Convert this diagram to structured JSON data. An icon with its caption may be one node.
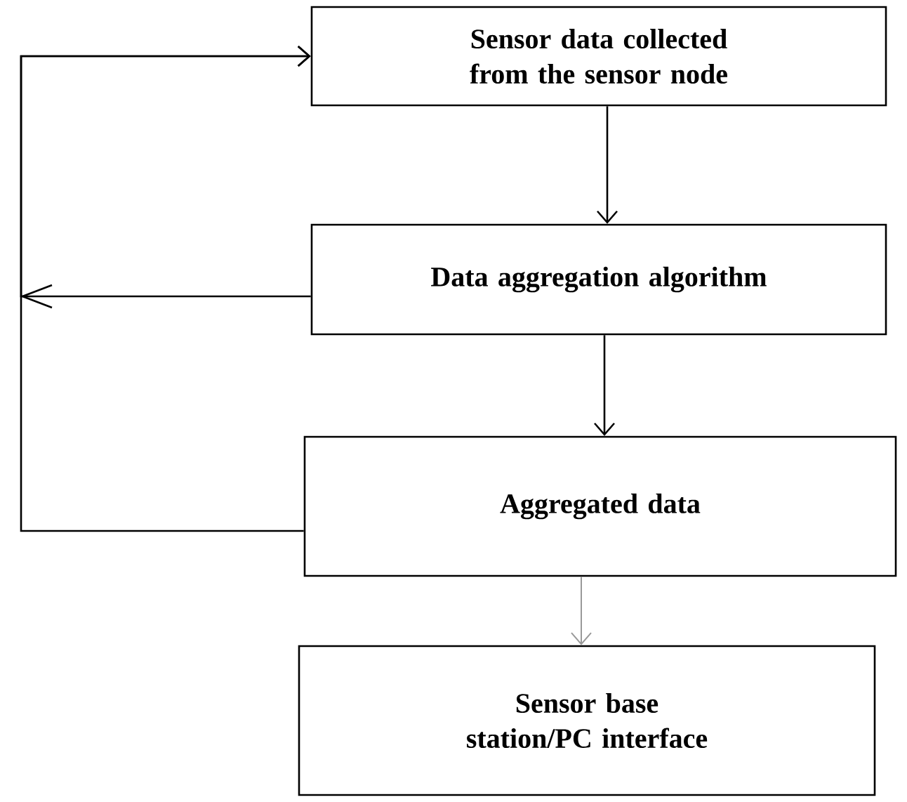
{
  "diagram": {
    "nodes": [
      {
        "text": [
          "Sensor data collected from the sensor node"
        ]
      },
      {
        "text": [
          "Data aggregation algorithm"
        ]
      },
      {
        "text": [
          "Aggregated data"
        ]
      },
      {
        "text": [
          "Sensor base station/PC interface"
        ]
      }
    ],
    "edges": [
      {
        "from": 0,
        "to": 1,
        "arrow": "to"
      },
      {
        "from": 1,
        "to": 2,
        "arrow": "to"
      },
      {
        "from": 2,
        "to": 3,
        "arrow": "to",
        "color": "#999999"
      },
      {
        "from": 1,
        "to": 0,
        "arrow": "to"
      },
      {
        "from": 2,
        "to": 0,
        "arrow": "to"
      }
    ]
  }
}
